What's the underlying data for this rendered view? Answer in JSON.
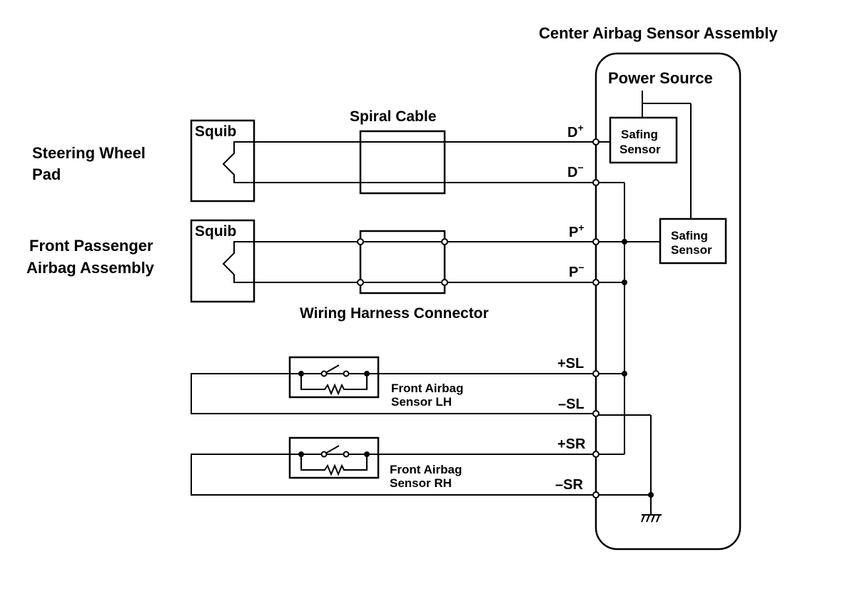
{
  "labels": {
    "center_assembly": "Center Airbag Sensor Assembly",
    "power_source": "Power Source",
    "spiral_cable": "Spiral Cable",
    "wiring_harness_connector": "Wiring Harness Connector",
    "steering_wheel_pad_line1": "Steering Wheel",
    "steering_wheel_pad_line2": "Pad",
    "front_passenger_line1": "Front Passenger",
    "front_passenger_line2": "Airbag Assembly",
    "squib_driver": "Squib",
    "squib_passenger": "Squib",
    "safing_sensor_1_line1": "Safing",
    "safing_sensor_1_line2": "Sensor",
    "safing_sensor_2_line1": "Safing",
    "safing_sensor_2_line2": "Sensor",
    "front_sensor_lh_line1": "Front Airbag",
    "front_sensor_lh_line2": "Sensor LH",
    "front_sensor_rh_line1": "Front Airbag",
    "front_sensor_rh_line2": "Sensor RH"
  },
  "terminals": {
    "d_plus_base": "D",
    "d_plus_sup": "+",
    "d_minus_base": "D",
    "d_minus_sup": "−",
    "p_plus_base": "P",
    "p_plus_sup": "+",
    "p_minus_base": "P",
    "p_minus_sup": "−",
    "plus_sl": "+SL",
    "minus_sl": "–SL",
    "plus_sr": "+SR",
    "minus_sr": "–SR"
  }
}
